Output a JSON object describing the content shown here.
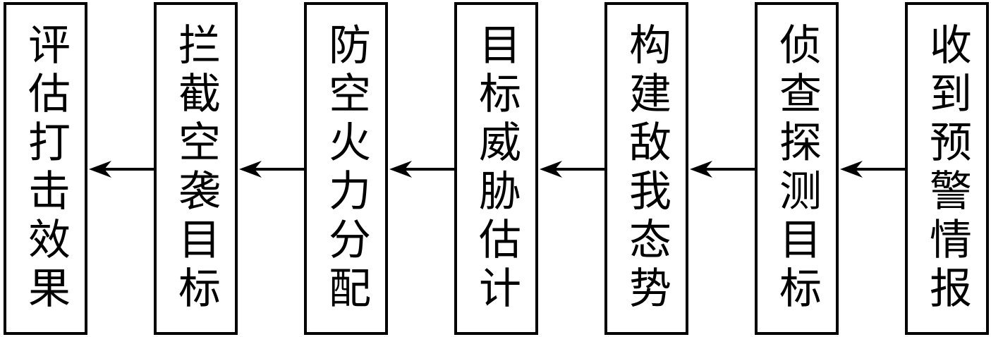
{
  "diagram": {
    "direction": "right-to-left",
    "steps": [
      {
        "label": "收到预警情报"
      },
      {
        "label": "侦查探测目标"
      },
      {
        "label": "构建敌我态势"
      },
      {
        "label": "目标威胁估计"
      },
      {
        "label": "防空火力分配"
      },
      {
        "label": "拦截空袭目标"
      },
      {
        "label": "评估打击效果"
      }
    ],
    "colors": {
      "stroke": "#000000",
      "background": "#ffffff"
    }
  }
}
